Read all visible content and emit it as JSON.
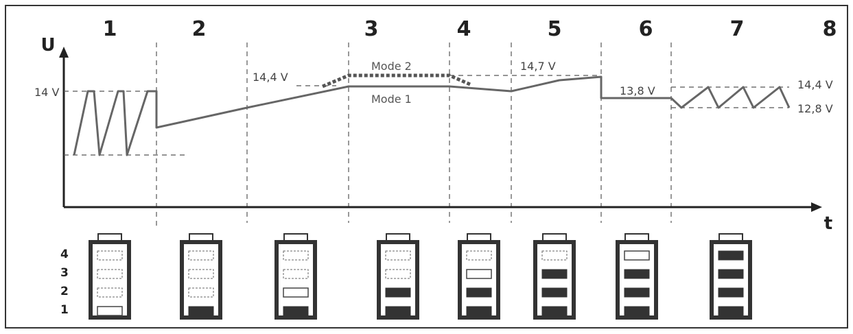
{
  "axes": {
    "y_label": "U",
    "x_label": "t"
  },
  "stages": [
    "1",
    "2",
    "3",
    "4",
    "5",
    "6",
    "7",
    "8"
  ],
  "voltage_labels": {
    "v14": "14 V",
    "v14_4_left": "14,4 V",
    "v14_7": "14,7 V",
    "v13_8": "13,8 V",
    "v14_4_right": "14,4 V",
    "v12_8": "12,8 V"
  },
  "modes": {
    "mode1": "Mode 1",
    "mode2": "Mode 2"
  },
  "charge_levels": [
    "4",
    "3",
    "2",
    "1"
  ],
  "batteries": [
    {
      "stage": "1",
      "levels": [
        "empty",
        "empty",
        "empty",
        "charging"
      ]
    },
    {
      "stage": "2",
      "levels": [
        "empty",
        "empty",
        "empty",
        "full"
      ]
    },
    {
      "stage": "3",
      "levels": [
        "empty",
        "empty",
        "charging",
        "full"
      ]
    },
    {
      "stage": "4",
      "levels": [
        "empty",
        "empty",
        "full",
        "full"
      ]
    },
    {
      "stage": "5",
      "levels": [
        "empty",
        "charging",
        "full",
        "full"
      ]
    },
    {
      "stage": "6",
      "levels": [
        "empty",
        "full",
        "full",
        "full"
      ]
    },
    {
      "stage": "7",
      "levels": [
        "charging",
        "full",
        "full",
        "full"
      ]
    },
    {
      "stage": "8",
      "levels": [
        "full",
        "full",
        "full",
        "full"
      ]
    }
  ],
  "colors": {
    "line": "#666666",
    "dash": "#555555",
    "frame": "#333333",
    "fill": "#333333"
  }
}
